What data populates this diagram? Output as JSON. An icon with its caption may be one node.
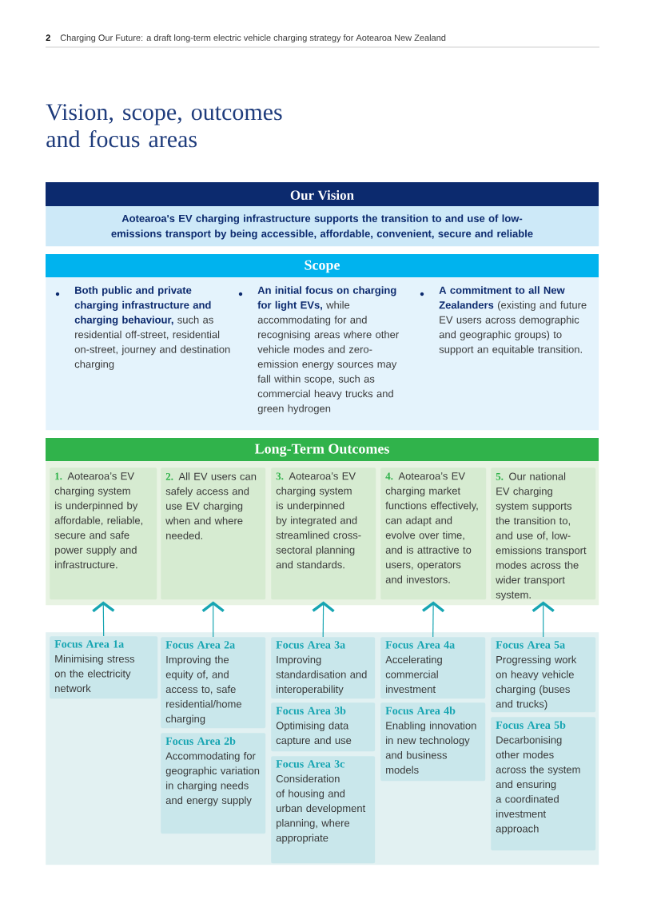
{
  "diagram": {
    "title": "Vision, scope, outcomes and focus areas",
    "labels": [
      "2",
      "Charging Our Future: a draft long-term electric vehicle charging strategy for Aotearoa New Zealand"
    ],
    "nodes": [
      {
        "text": [
          "Our Vision",
          "Aotearoa's EV charging infrastructure supports the transition to and use of low-emissions transport by being accessible, affordable, convenient, secure and reliable"
        ]
      },
      {
        "text": [
          "Scope"
        ]
      },
      {
        "text": [
          "**Both public and private charging infrastructure and charging behaviour,** such as residential off-street, residential on-street, journey and destination charging"
        ],
        "in": 1
      },
      {
        "text": [
          "**An initial focus on charging for light EVs,** while accommodating for and recognising areas where other vehicle modes and zero-emission energy sources may fall within scope, such as commercial heavy trucks and green hydrogen"
        ],
        "in": 1
      },
      {
        "text": [
          "**A commitment to all New Zealanders** (existing and future EV users across demographic and geographic groups) to support an equitable transition."
        ],
        "in": 1
      },
      {
        "text": [
          "Long-Term Outcomes"
        ]
      },
      {
        "text": [
          "**1.** Aotearoa’s EV charging system is underpinned by affordable, reliable, secure and safe power supply and infrastructure."
        ],
        "in": 5
      },
      {
        "text": [
          "**2.** All EV users can safely access and use EV charging when and where needed."
        ],
        "in": 5
      },
      {
        "text": [
          "**3.** Aotearoa’s EV charging system is underpinned by integrated and streamlined cross-sectoral planning and standards."
        ],
        "in": 5
      },
      {
        "text": [
          "**4.** Aotearoa’s EV charging market functions effectively, can adapt and evolve over time, and is attractive to users, operators and investors."
        ],
        "in": 5
      },
      {
        "text": [
          "**5.** Our national EV charging system supports the transition to, and use of, low-emissions transport modes across the wider transport system."
        ],
        "in": 5
      },
      {
        "text": [],
        "shape": "box"
      },
      {
        "text": [
          "Focus Area 1a",
          "Minimising stress on the electricity network"
        ],
        "in": 11
      },
      {
        "text": [
          "Focus Area 2a",
          "Improving the equity of, and access to, safe residential/home charging"
        ],
        "in": 11
      },
      {
        "text": [
          "Focus Area 2b",
          "Accommodating for geographic variation in charging needs and energy supply"
        ],
        "in": 11
      },
      {
        "text": [
          "Focus Area 3a",
          "Improving standardisation and interoperability"
        ],
        "in": 11
      },
      {
        "text": [
          "Focus Area 3b",
          "Optimising data capture and use"
        ],
        "in": 11
      },
      {
        "text": [
          "Focus Area 3c",
          "Consideration of housing and urban development planning, where appropriate"
        ],
        "in": 11
      },
      {
        "text": [
          "Focus Area 4a",
          "Accelerating commercial investment"
        ],
        "in": 11
      },
      {
        "text": [
          "Focus Area 4b",
          "Enabling innovation in new technology and business models"
        ],
        "in": 11
      },
      {
        "text": [
          "Focus Area 5a",
          "Progressing work on heavy vehicle charging (buses and trucks)"
        ],
        "in": 11
      },
      {
        "text": [
          "Focus Area 5b",
          "Decarbonising other modes across the system and ensuring a coordinated investment approach"
        ],
        "in": 11
      }
    ],
    "edges": [
      {
        "from": 12,
        "to": 6,
        "arrow": "to"
      },
      {
        "from": 13,
        "to": 7,
        "arrow": "to"
      },
      {
        "from": 15,
        "to": 8,
        "arrow": "to"
      },
      {
        "from": 18,
        "to": 9,
        "arrow": "to"
      },
      {
        "from": 20,
        "to": 10,
        "arrow": "to"
      }
    ]
  }
}
